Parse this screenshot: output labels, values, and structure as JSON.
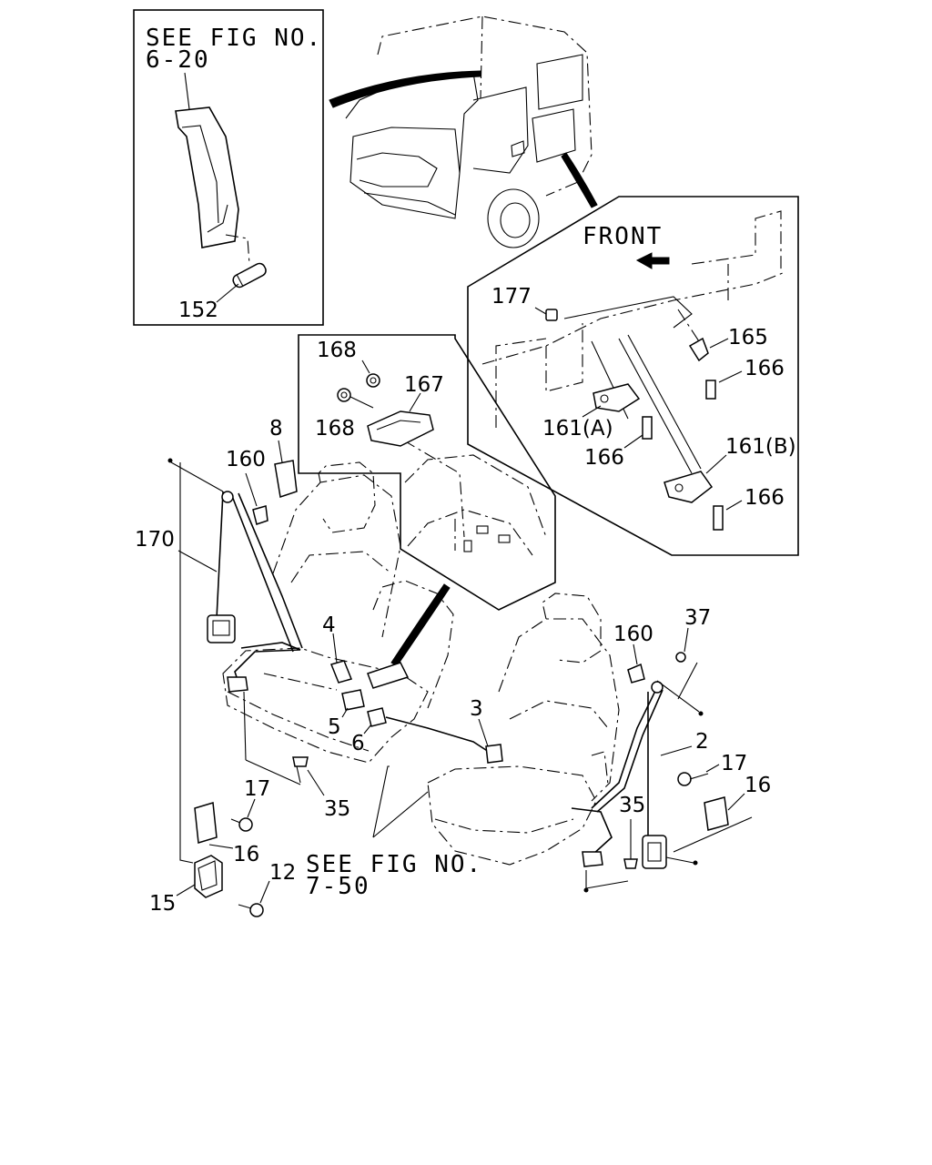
{
  "references": {
    "pillar_ref": [
      "SEE FIG NO.",
      "6-20"
    ],
    "seat_ref": [
      "SEE FIG NO.",
      "7-50"
    ]
  },
  "direction_label": "FRONT",
  "callouts": {
    "p152": "152",
    "p168a": "168",
    "p168b": "168",
    "p167": "167",
    "p8": "8",
    "p160a": "160",
    "p170": "170",
    "p4": "4",
    "p5": "5",
    "p6": "6",
    "p3": "3",
    "p35a": "35",
    "p17a": "17",
    "p16a": "16",
    "p12": "12",
    "p15": "15",
    "p177": "177",
    "p165": "165",
    "p166a": "166",
    "p161a": "161(A)",
    "p166b": "166",
    "p161b": "161(B)",
    "p166c": "166",
    "p160b": "160",
    "p37": "37",
    "p2": "2",
    "p17b": "17",
    "p16b": "16",
    "p35b": "35"
  }
}
